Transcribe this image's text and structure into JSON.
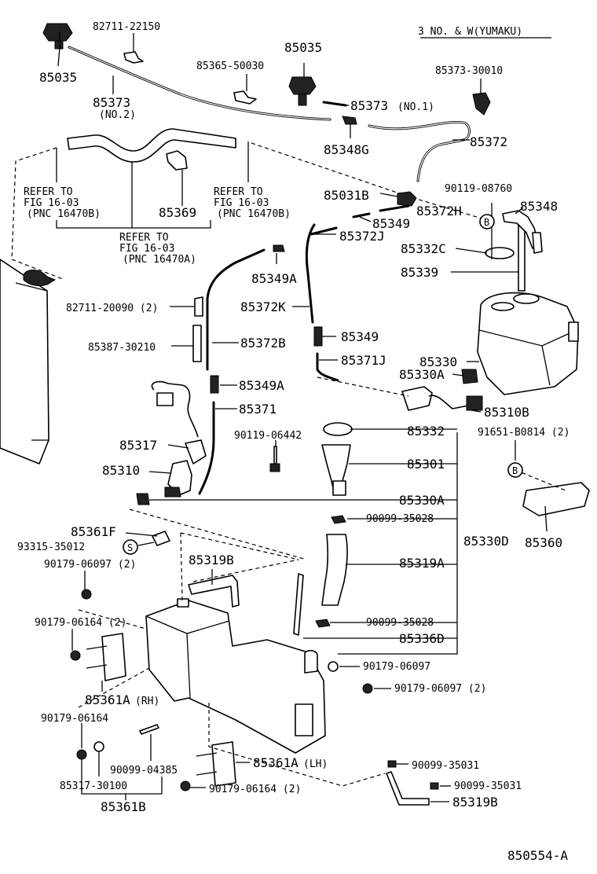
{
  "header": {
    "note": "3 NO. & W(YUMAKU)"
  },
  "footer": {
    "figure_id": "850554-A"
  },
  "labels": {
    "l85035_left": "85035",
    "l82711_22150": "82711-22150",
    "l85035_mid": "85035",
    "l85365_50030": "85365-50030",
    "l85373_30010": "85373-30010",
    "l85373_no2": "85373",
    "l85373_no2_sub": "(NO.2)",
    "l85373_no1": "85373",
    "l85373_no1_sub": "(NO.1)",
    "l85348g": "85348G",
    "l85372": "85372",
    "refer_left_1": "REFER TO",
    "refer_left_2": "FIG 16-03",
    "refer_left_3": "(PNC 16470B)",
    "refer_mid_1": "REFER TO",
    "refer_mid_2": "FIG 16-03",
    "refer_mid_3": "(PNC 16470B)",
    "refer_bot_1": "REFER TO",
    "refer_bot_2": "FIG 16-03",
    "refer_bot_3": "(PNC 16470A)",
    "l85369": "85369",
    "l85031b": "85031B",
    "l90119_08760": "90119-08760",
    "l85372h": "85372H",
    "l85348": "85348",
    "l85349_top": "85349",
    "l85372j": "85372J",
    "l85332c": "85332C",
    "l85349a_top": "85349A",
    "l85339": "85339",
    "l82711_20090": "82711-20090 (2)",
    "l85372k": "85372K",
    "l85387_30210": "85387-30210",
    "l85372b": "85372B",
    "l85349_mid": "85349",
    "l85371j": "85371J",
    "l85330": "85330",
    "l85330a_top": "85330A",
    "l85349a_mid": "85349A",
    "l85310b": "85310B",
    "l85371": "85371",
    "l85332": "85332",
    "l90119_06442": "90119-06442",
    "l91651_b0814": "91651-B0814 (2)",
    "l85317": "85317",
    "l85301": "85301",
    "l85310": "85310",
    "l85330a_bot": "85330A",
    "l90099_35028_top": "90099-35028",
    "l85361f": "85361F",
    "l85330d": "85330D",
    "l85360": "85360",
    "l93315_35012": "93315-35012",
    "l90179_06097_a": "90179-06097 (2)",
    "l85319b_top": "85319B",
    "l85319a": "85319A",
    "l90179_06164_a": "90179-06164 (2)",
    "l90099_35028_bot": "90099-35028",
    "l85336d": "85336D",
    "l90179_06097_b": "90179-06097",
    "l85361a_rh": "85361A",
    "l85361a_rh_sub": "(RH)",
    "l90179_06097_c": "90179-06097 (2)",
    "l90179_06164_b": "90179-06164",
    "l85361a_lh": "85361A",
    "l85361a_lh_sub": "(LH)",
    "l90099_04385": "90099-04385",
    "l90099_35031_a": "90099-35031",
    "l85317_30100": "85317-30100",
    "l90179_06164_c": "90179-06164 (2)",
    "l90099_35031_b": "90099-35031",
    "l85361b": "85361B",
    "l85319b_bot": "85319B",
    "marker_b": "B",
    "marker_s": "S"
  }
}
